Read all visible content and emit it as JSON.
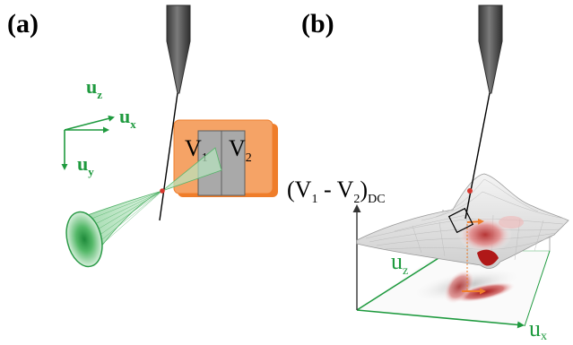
{
  "panels": {
    "a": {
      "label": "(a)"
    },
    "b": {
      "label": "(b)"
    }
  },
  "axes_a": {
    "uz": {
      "main": "u",
      "sub": "z"
    },
    "ux": {
      "main": "u",
      "sub": "x"
    },
    "uy": {
      "main": "u",
      "sub": "y"
    }
  },
  "detector": {
    "v1": {
      "main": "V",
      "sub": "1"
    },
    "v2": {
      "main": "V",
      "sub": "2"
    }
  },
  "plot_b": {
    "signal": {
      "open": "(V",
      "s1": "1",
      "mid": " - V",
      "s2": "2",
      "close": ")",
      "sub": "DC"
    },
    "uz": {
      "main": "u",
      "sub": "z"
    },
    "ux": {
      "main": "u",
      "sub": "x"
    }
  },
  "colors": {
    "tip": "#4a4a4a",
    "axes_green": "#1e9a3e",
    "detector_orange": "#f5a366",
    "detector_border": "#ef7d2a",
    "detector_gray": "#a9a9a9",
    "arrow_orange": "#ef7d2a",
    "spot_red": "#d8382f",
    "surface_red": "#b01818"
  }
}
